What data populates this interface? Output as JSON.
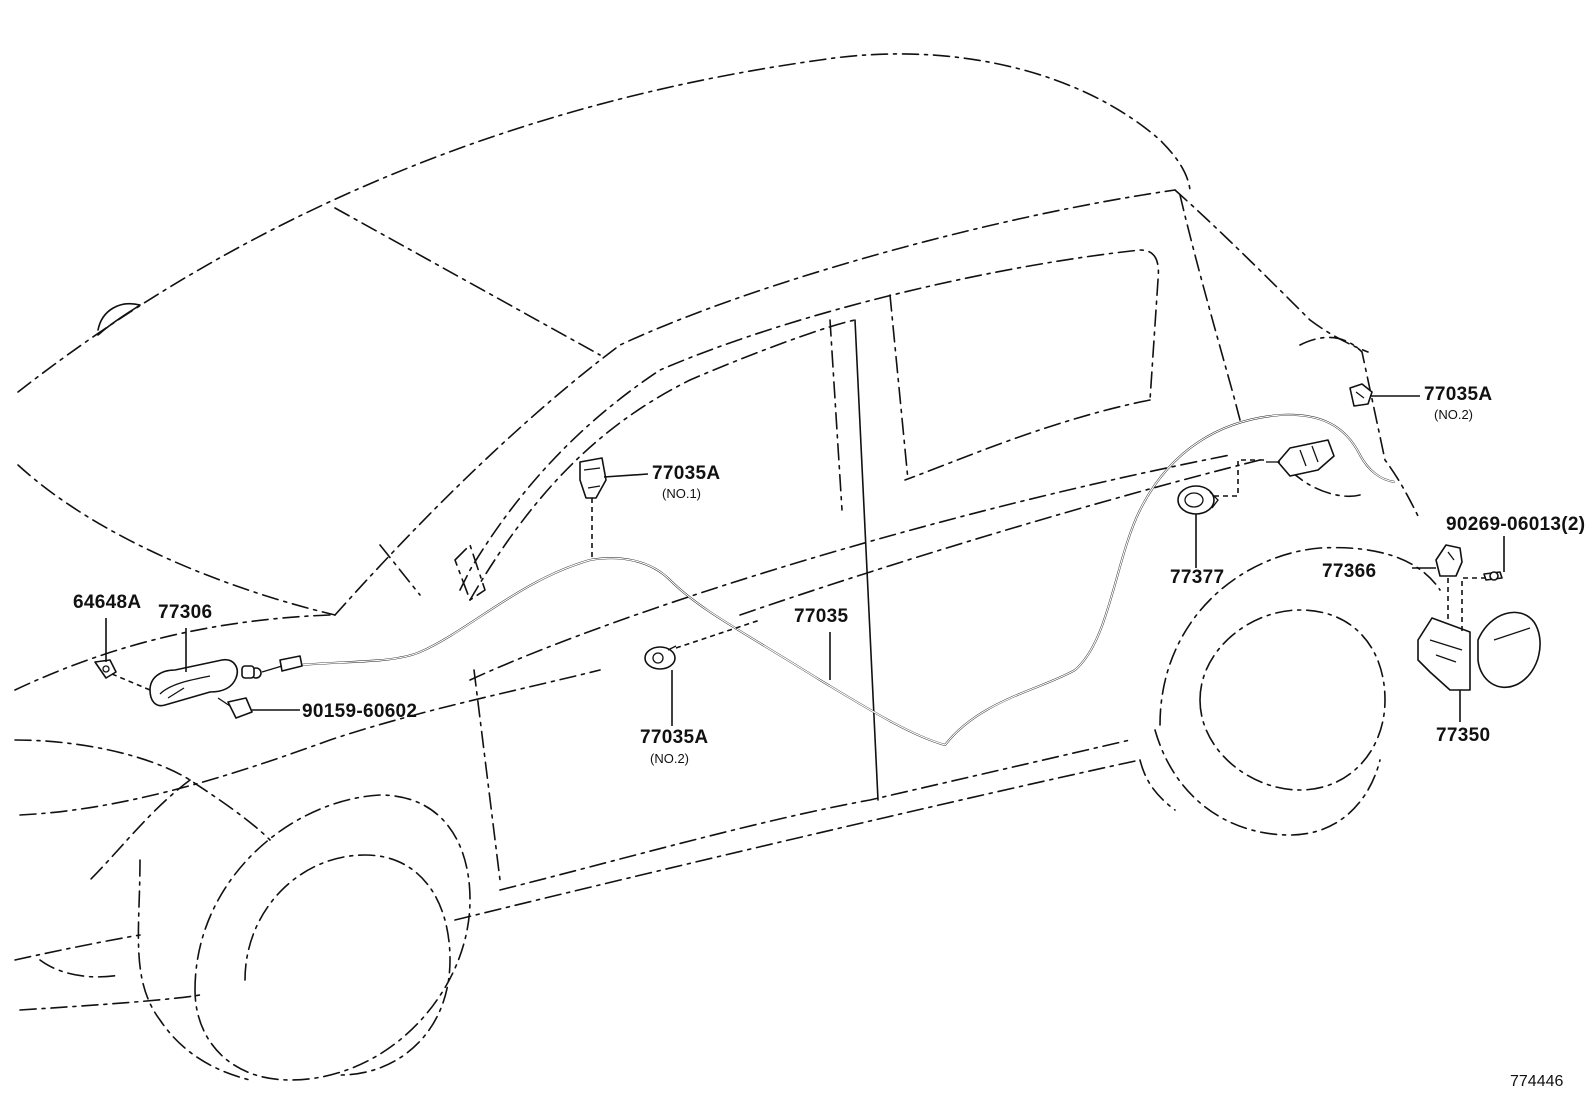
{
  "diagram": {
    "labels": {
      "p64648A": "64648A",
      "p77306": "77306",
      "p90159": "90159-60602",
      "p77035A_no1": "77035A",
      "p77035A_no1_sub": "(NO.1)",
      "p77035": "77035",
      "p77035A_no2_mid": "77035A",
      "p77035A_no2_mid_sub": "(NO.2)",
      "p77035A_no2_top": "77035A",
      "p77035A_no2_top_sub": "(NO.2)",
      "p77377": "77377",
      "p77366": "77366",
      "p90269": "90269-06013(2)",
      "p77350": "77350"
    },
    "reference_number": "774446"
  }
}
